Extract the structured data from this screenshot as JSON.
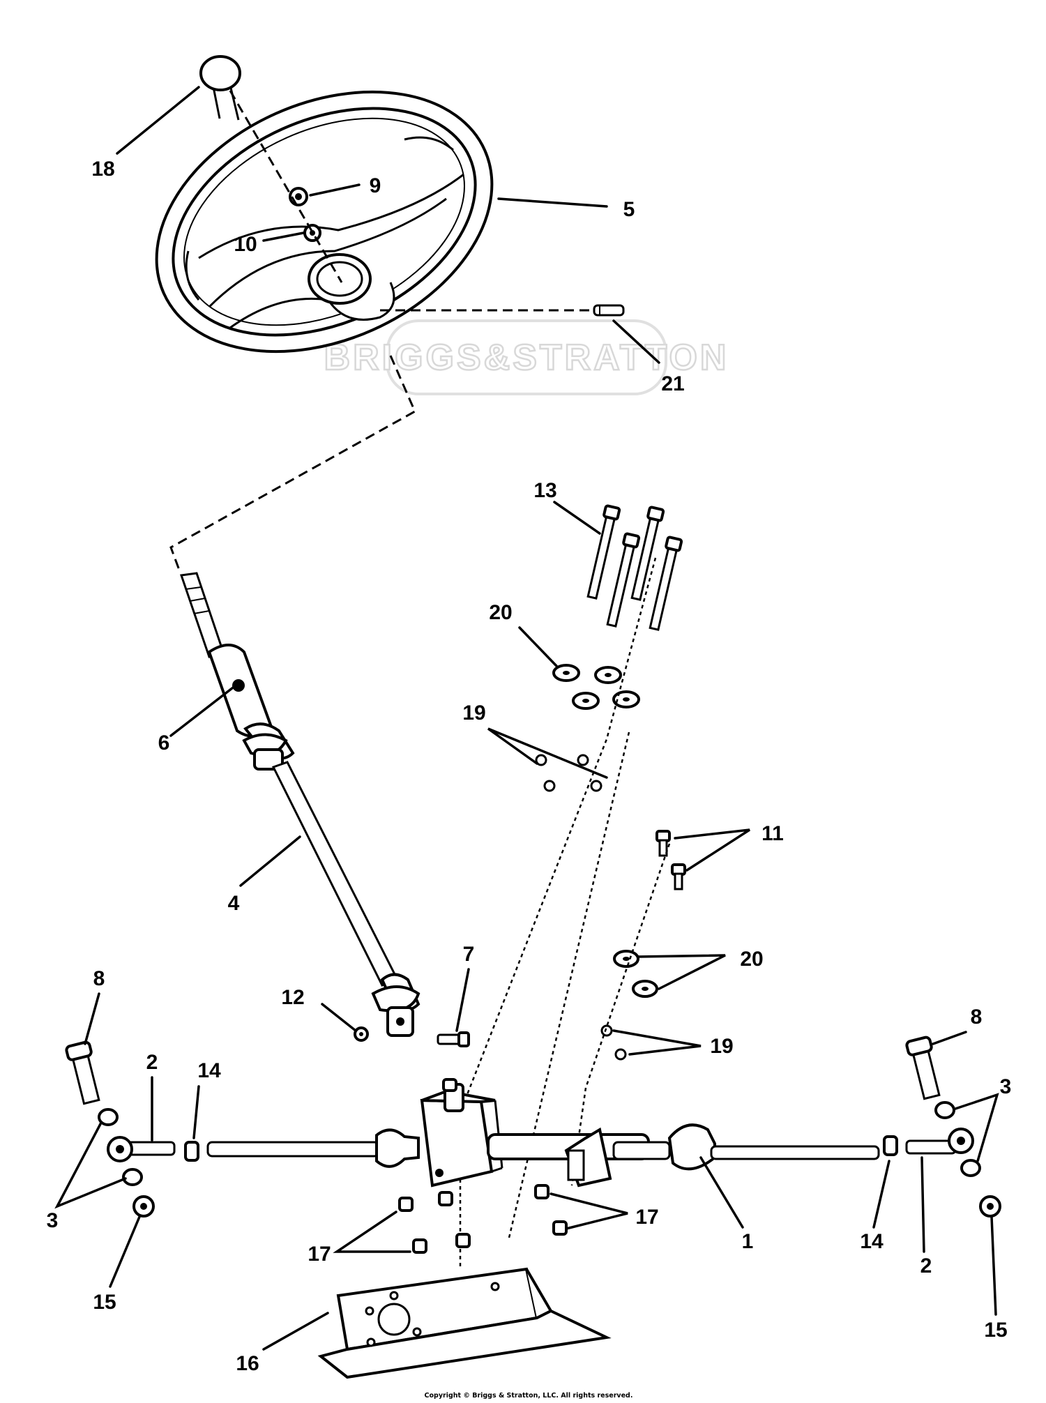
{
  "callouts": {
    "c1": "1",
    "c2a": "2",
    "c2b": "2",
    "c3a": "3",
    "c3b": "3",
    "c4": "4",
    "c5": "5",
    "c6": "6",
    "c7": "7",
    "c8a": "8",
    "c8b": "8",
    "c9": "9",
    "c10": "10",
    "c11": "11",
    "c12": "12",
    "c13": "13",
    "c14a": "14",
    "c14b": "14",
    "c15a": "15",
    "c15b": "15",
    "c16": "16",
    "c17a": "17",
    "c17b": "17",
    "c18": "18",
    "c19a": "19",
    "c19b": "19",
    "c20a": "20",
    "c20b": "20",
    "c21": "21"
  },
  "watermark": "BRIGGS&STRATTON",
  "copyright": "Copyright © Briggs & Stratton, LLC. All rights reserved."
}
